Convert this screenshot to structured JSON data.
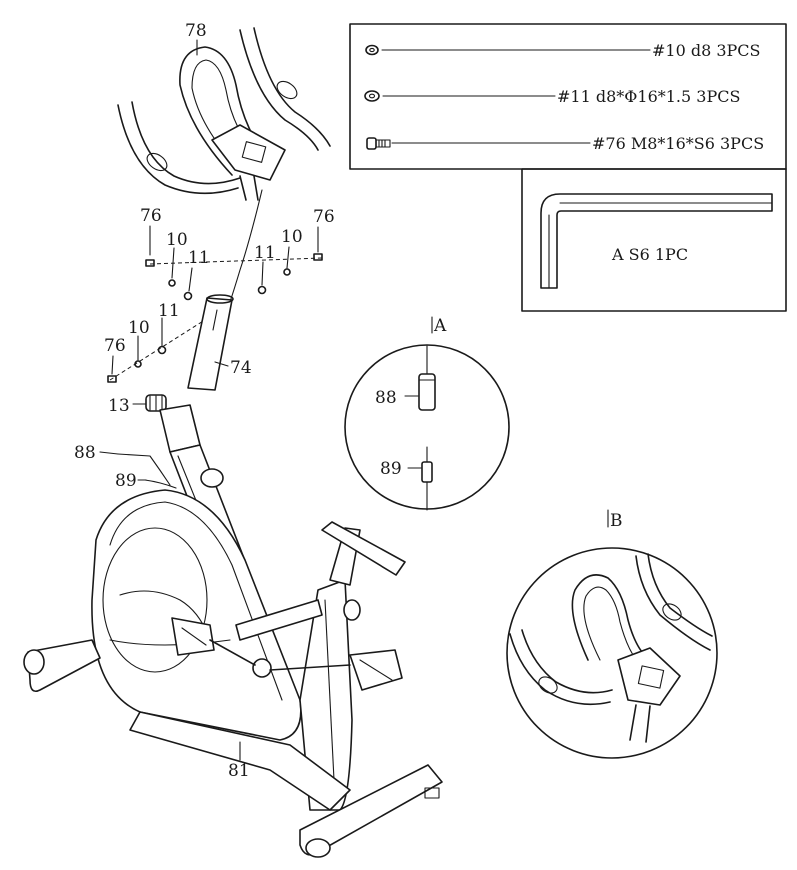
{
  "hardware_box": {
    "rows": [
      {
        "text": "#10 d8 3PCS",
        "icon": "washer-icon"
      },
      {
        "text": "#11 d8*Φ16*1.5 3PCS",
        "icon": "washer-icon"
      },
      {
        "text": "#76 M8*16*S6 3PCS",
        "icon": "bolt-icon"
      }
    ]
  },
  "tool_box": {
    "text": "A S6 1PC",
    "icon": "hex-key-icon"
  },
  "detail_a": {
    "label": "A",
    "parts": [
      "88",
      "89"
    ]
  },
  "detail_b": {
    "label": "B"
  },
  "part_labels": {
    "p78": "78",
    "p76_left": "76",
    "p10_left": "10",
    "p11_left": "11",
    "p11_right": "11",
    "p10_right": "10",
    "p76_right": "76",
    "p10_lower": "10",
    "p11_lower": "11",
    "p76_lower": "76",
    "p74": "74",
    "p13": "13",
    "p88": "88",
    "p89": "89",
    "p81": "81"
  }
}
